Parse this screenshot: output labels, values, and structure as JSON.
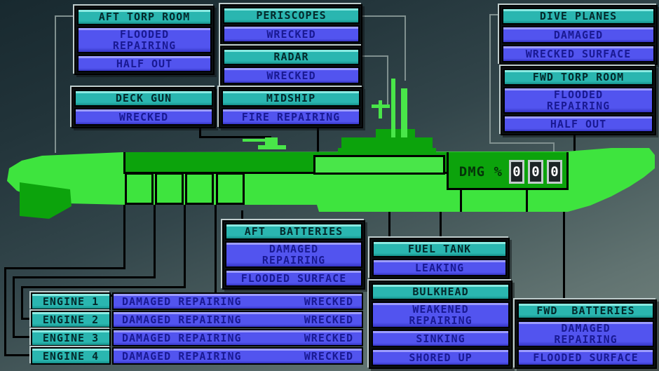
{
  "screen": "submarine-damage-status",
  "dmg": {
    "label": "DMG %",
    "digits": [
      "0",
      "0",
      "0"
    ]
  },
  "panels": {
    "aft_torp_room": {
      "title": "AFT TORP ROOM",
      "statuses": [
        "FLOODED\nREPAIRING",
        "HALF OUT"
      ]
    },
    "deck_gun": {
      "title": "DECK GUN",
      "statuses": [
        "WRECKED"
      ]
    },
    "periscopes": {
      "title": "PERISCOPES",
      "statuses": [
        "WRECKED"
      ]
    },
    "radar": {
      "title": "RADAR",
      "statuses": [
        "WRECKED"
      ]
    },
    "midship": {
      "title": "MIDSHIP",
      "statuses": [
        "FIRE REPAIRING"
      ]
    },
    "dive_planes": {
      "title": "DIVE PLANES",
      "statuses": [
        "DAMAGED",
        "WRECKED SURFACE"
      ]
    },
    "fwd_torp_room": {
      "title": "FWD TORP ROOM",
      "statuses": [
        "FLOODED\nREPAIRING",
        "HALF OUT"
      ]
    },
    "aft_batteries": {
      "title": "AFT  BATTERIES",
      "statuses": [
        "DAMAGED\nREPAIRING",
        "FLOODED SURFACE"
      ]
    },
    "fuel_tank": {
      "title": "FUEL TANK",
      "statuses": [
        "LEAKING"
      ]
    },
    "bulkhead": {
      "title": "BULKHEAD",
      "statuses": [
        "WEAKENED\nREPAIRING",
        "SINKING",
        "SHORED UP"
      ]
    },
    "fwd_batteries": {
      "title": "FWD  BATTERIES",
      "statuses": [
        "DAMAGED\nREPAIRING",
        "FLOODED SURFACE"
      ]
    }
  },
  "engines": [
    {
      "label": "ENGINE 1",
      "status": "DAMAGED REPAIRING",
      "status2": "WRECKED"
    },
    {
      "label": "ENGINE 2",
      "status": "DAMAGED REPAIRING",
      "status2": "WRECKED"
    },
    {
      "label": "ENGINE 3",
      "status": "DAMAGED REPAIRING",
      "status2": "WRECKED"
    },
    {
      "label": "ENGINE 4",
      "status": "DAMAGED REPAIRING",
      "status2": "WRECKED"
    }
  ],
  "colors": {
    "hull_light": "#3ee43e",
    "hull_dark": "#0ca30c",
    "header_teal": "#2ab6b0",
    "status_blue": "#5254ef",
    "status_text": "#191993",
    "header_text": "#04292b"
  }
}
